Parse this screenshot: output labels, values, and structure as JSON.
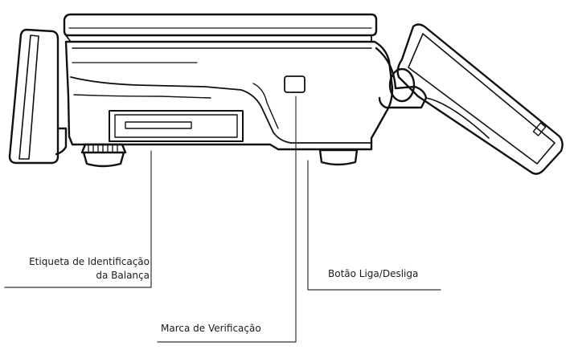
{
  "callouts": {
    "etiqueta_line1": "Etiqueta de Identificação",
    "etiqueta_line2": "da Balança",
    "botao": "Botão Liga/Desliga",
    "marca": "Marca de Verificação"
  }
}
